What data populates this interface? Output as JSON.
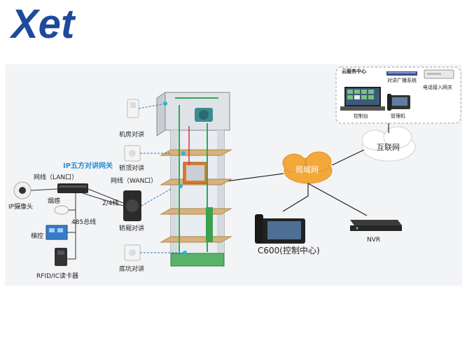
{
  "logo": {
    "text": "Xet"
  },
  "cloud_service": {
    "title": "云服务中心",
    "items": [
      "对讲广播系统",
      "电话接入网关",
      "控制台",
      "管理机"
    ]
  },
  "clouds": {
    "internet": "互联网",
    "lan": "局域网"
  },
  "elevator_labels": {
    "machine_room": "机房对讲",
    "car_top": "轿顶对讲",
    "car": "轿厢对讲",
    "pit": "底坑对讲",
    "wan": "网线（WAN口）",
    "wire": "2/4线"
  },
  "gateway": {
    "title": "IP五方对讲网关",
    "lan": "网线（LAN口）",
    "camera": "IP摄像头",
    "smoke": "烟感",
    "bus485": "485总线",
    "elevator_ctrl": "梯控",
    "card_reader": "RFID/IC读卡器"
  },
  "devices": {
    "c600": "C600(控制中心)",
    "nvr": "NVR"
  },
  "colors": {
    "brand": "#1e4a9c",
    "accent_blue": "#2a8fd6",
    "cloud": "#f3a83a",
    "panel_bg": "#f3f4f6",
    "green_wire": "#2fa84f"
  }
}
